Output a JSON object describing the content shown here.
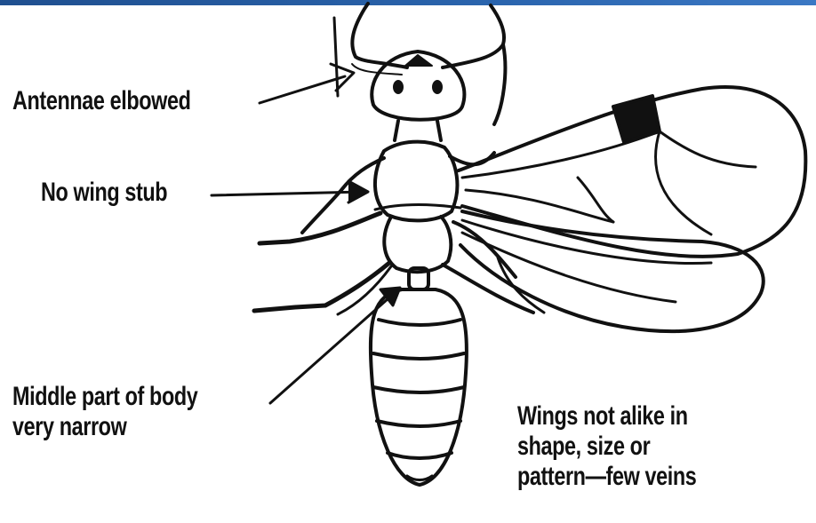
{
  "diagram": {
    "labels": {
      "antennae": "Antennae elbowed",
      "wing_stub": "No wing stub",
      "middle_body": [
        "Middle part of body",
        "very narrow"
      ],
      "wings": [
        "Wings not alike in",
        "shape, size or",
        "pattern—few veins"
      ]
    },
    "colors": {
      "header_bar": "#2a64ad",
      "ink": "#111111"
    }
  }
}
